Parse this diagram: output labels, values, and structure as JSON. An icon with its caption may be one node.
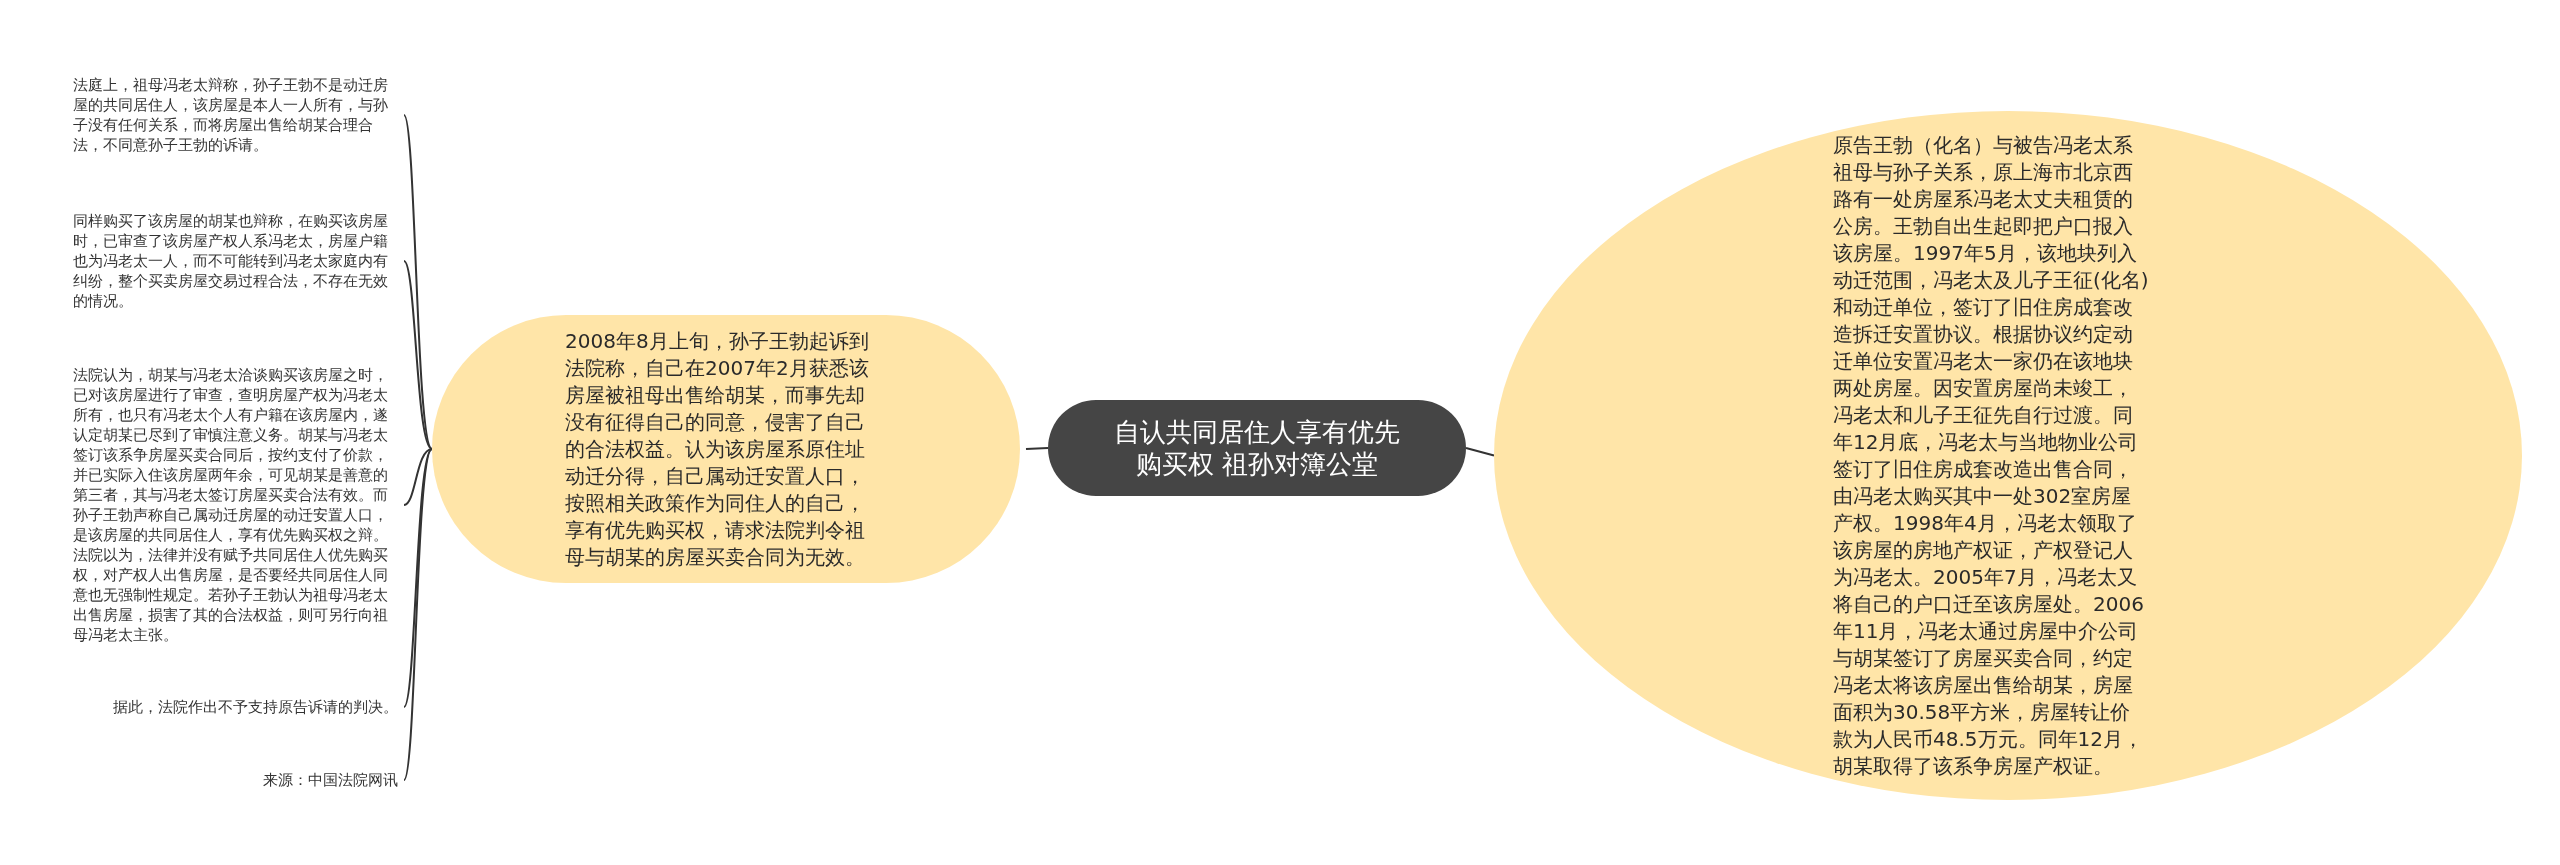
{
  "diagram": {
    "nodes": [
      {
        "text": [
          "自认共同居住人享有优先购买权 祖孙对簿公堂"
        ]
      },
      {
        "text": [
          "2008年8月上旬，孙子王勃起诉到法院称，自己在2007年2月获悉该房屋被祖母出售给胡某，而事先却没有征得自己的同意，侵害了自己的合法权益。认为该房屋系原住址动迁分得，自己属动迁安置人口，按照相关政策作为同住人的自己，享有优先购买权，请求法院判令祖母与胡某的房屋买卖合同为无效。"
        ]
      },
      {
        "text": [
          "原告王勃（化名）与被告冯老太系祖母与孙子关系，原上海市北京西路有一处房屋系冯老太丈夫租赁的公房。王勃自出生起即把户口报入该房屋。1997年5月，该地块列入动迁范围，冯老太及儿子王征(化名)和动迁单位，签订了旧住房成套改造拆迁安置协议。根据协议约定动迁单位安置冯老太一家仍在该地块两处房屋。因安置房屋尚未竣工，冯老太和儿子王征先自行过渡。同年12月底，冯老太与当地物业公司签订了旧住房成套改造出售合同，由冯老太购买其中一处302室房屋产权。1998年4月，冯老太领取了该房屋的房地产权证，产权登记人为冯老太。2005年7月，冯老太又将自己的户口迁至该房屋处。2006年11月，冯老太通过房屋中介公司与胡某签订了房屋买卖合同，约定冯老太将该房屋出售给胡某，房屋面积为30.58平方米，房屋转让价款为人民币48.5万元。同年12月，胡某取得了该系争房屋产权证。"
        ]
      },
      {
        "text": [
          "法庭上，祖母冯老太辩称，孙子王勃不是动迁房屋的共同居住人，该房屋是本人一人所有，与孙子没有任何关系，而将房屋出售给胡某合理合法，不同意孙子王勃的诉请。"
        ]
      },
      {
        "text": [
          "同样购买了该房屋的胡某也辩称，在购买该房屋时，已审查了该房屋产权人系冯老太，房屋户籍也为冯老太一人，而不可能转到冯老太家庭内有纠纷，整个买卖房屋交易过程合法，不存在无效的情况。"
        ]
      },
      {
        "text": [
          "法院认为，胡某与冯老太洽谈购买该房屋之时，已对该房屋进行了审查，查明房屋产权为冯老太所有，也只有冯老太个人有户籍在该房屋内，遂认定胡某已尽到了审慎注意义务。胡某与冯老太签订该系争房屋买卖合同后，按约支付了价款，并已实际入住该房屋两年余，可见胡某是善意的第三者，其与冯老太签订房屋买卖合法有效。而孙子王勃声称自己属动迁房屋的动迁安置人口，是该房屋的共同居住人，享有优先购买权之辩。法院以为，法律并没有赋予共同居住人优先购买权，对产权人出售房屋，是否要经共同居住人同意也无强制性规定。若孙子王勃认为祖母冯老太出售房屋，损害了其的合法权益，则可另行向祖母冯老太主张。"
        ]
      },
      {
        "text": [
          "据此，法院作出不予支持原告诉请的判决。"
        ]
      },
      {
        "text": [
          "来源：中国法院网讯"
        ]
      }
    ],
    "edges": [
      {
        "from": 0,
        "to": 1,
        "arrow": "none"
      },
      {
        "from": 0,
        "to": 2,
        "arrow": "none"
      },
      {
        "from": 1,
        "to": 3,
        "arrow": "none"
      },
      {
        "from": 1,
        "to": 4,
        "arrow": "none"
      },
      {
        "from": 1,
        "to": 5,
        "arrow": "none"
      },
      {
        "from": 1,
        "to": 6,
        "arrow": "none"
      },
      {
        "from": 1,
        "to": 7,
        "arrow": "none"
      }
    ]
  }
}
